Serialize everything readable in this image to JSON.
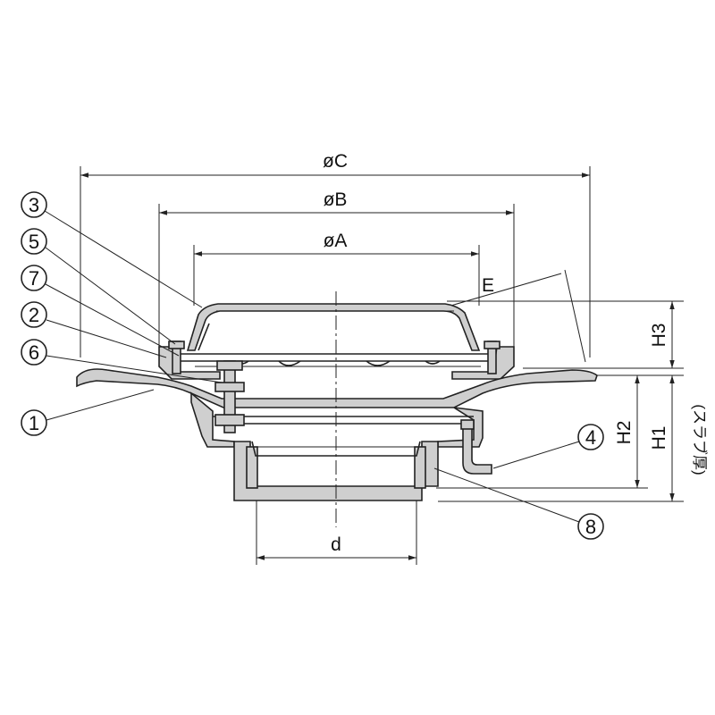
{
  "dimensions": {
    "dia_c": "øC",
    "dia_b": "øB",
    "dia_a": "øA",
    "e": "E",
    "h3": "H3",
    "h2": "H2",
    "h1": "H1",
    "slab": "(スラブ厚)",
    "d": "d"
  },
  "callouts": [
    {
      "label": "3"
    },
    {
      "label": "5"
    },
    {
      "label": "7"
    },
    {
      "label": "2"
    },
    {
      "label": "6"
    },
    {
      "label": "1"
    },
    {
      "label": "4"
    },
    {
      "label": "8"
    }
  ]
}
